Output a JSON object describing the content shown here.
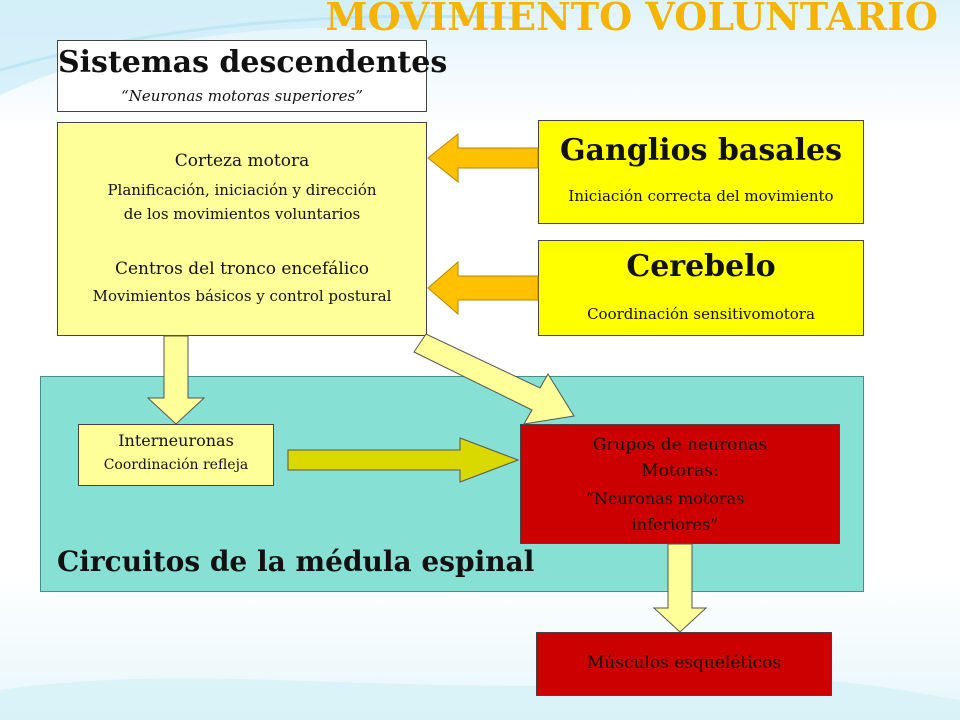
{
  "slide_title": "MOVIMIENTO VOLUNTARIO",
  "sistemas": {
    "title": "Sistemas descendentes",
    "subtitle": "“Neuronas motoras superiores”"
  },
  "corteza": {
    "line1": "Corteza motora",
    "line2": "Planificación, iniciación y dirección",
    "line3": "de los movimientos voluntarios",
    "line4": "Centros del tronco encefálico",
    "line5": "Movimientos básicos y control postural"
  },
  "ganglios": {
    "title": "Ganglios basales",
    "desc": "Iniciación correcta del movimiento"
  },
  "cerebelo": {
    "title": "Cerebelo",
    "desc": "Coordinación sensitivomotora"
  },
  "medula": {
    "label": "Circuitos de la médula espinal"
  },
  "interneuronas": {
    "title": "Interneuronas",
    "desc": "Coordinación refleja"
  },
  "grupos": {
    "line1": "Grupos de neuronas",
    "line2": "Motoras:",
    "line3": "“Neuronas motoras",
    "line4": "inferiores”"
  },
  "musculos": {
    "label": "Músculos esqueléticos"
  },
  "colors": {
    "pale_yellow": "#ffff99",
    "yellow": "#ffff00",
    "red": "#cc0000",
    "teal": "#86e0d3",
    "arrow_orange": "#ffc000",
    "arrow_lime": "#d9d900",
    "title_gold": "#f4b400"
  }
}
